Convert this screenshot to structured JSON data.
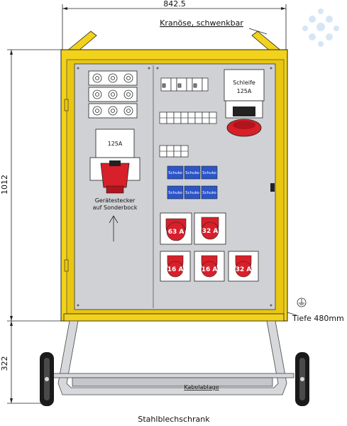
{
  "dimensions": {
    "width": "842.5",
    "height_cabinet": "1012",
    "height_frame": "322"
  },
  "labels": {
    "crane_eye": "Kranöse, schwenkbar",
    "depth": "Tiefe 480mm",
    "cable_tray": "Kabelablage",
    "material": "Stahlblechschrank",
    "plug_rating": "125A",
    "plug_caption_1": "Gerätestecker",
    "plug_caption_2": "auf Sonderbock",
    "coupling_title": "Schleife",
    "coupling_rating": "125A"
  },
  "schuko_sockets": [
    "Schuko",
    "Schuko",
    "Schuko",
    "Schuko",
    "Schuko",
    "Schuko"
  ],
  "cee_sockets_top": [
    "63 A",
    "32 A"
  ],
  "cee_sockets_bottom": [
    "16 A",
    "16 A",
    "32 A"
  ],
  "colors": {
    "frame_yellow": "#f2d21a",
    "panel_gray": "#cfd1d4",
    "socket_red": "#d8202a",
    "schuko_blue": "#2c55c8"
  }
}
